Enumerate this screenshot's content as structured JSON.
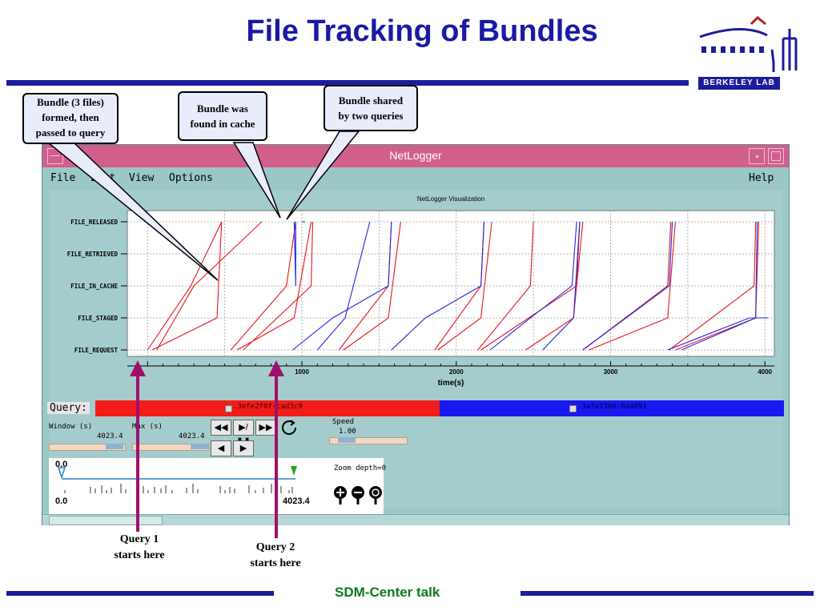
{
  "slide": {
    "title": "File Tracking of Bundles",
    "footer": "SDM-Center talk",
    "logo_text": "BERKELEY LAB"
  },
  "callouts": [
    {
      "id": "c1",
      "text_lines": [
        "Bundle (3 files)",
        "formed, then",
        "passed to query"
      ]
    },
    {
      "id": "c2",
      "text_lines": [
        "Bundle was",
        "found in cache"
      ]
    },
    {
      "id": "c3",
      "text_lines": [
        "Bundle shared",
        "by two queries"
      ]
    }
  ],
  "arrows": [
    {
      "text_lines": [
        "Query 1",
        "starts here"
      ]
    },
    {
      "text_lines": [
        "Query 2",
        "starts here"
      ]
    }
  ],
  "window": {
    "title": "NetLogger",
    "menu": [
      "File",
      "Edit",
      "View",
      "Options"
    ],
    "help": "Help"
  },
  "chart_data": {
    "type": "line",
    "title": "NetLogger Visualization",
    "xlabel": "time(s)",
    "xlim": [
      -100,
      4030
    ],
    "xticks": [
      1000,
      2000,
      3000,
      4000
    ],
    "y_categories": [
      "FILE_REQUEST",
      "FILE_STAGED",
      "FILE_IN_CACHE",
      "FILE_RETRIEVED",
      "FILE_RELEASED"
    ],
    "grid": true,
    "series": [
      {
        "color": "#e8141c",
        "lines": [
          [
            [
              0,
              0
            ],
            [
              280,
              2
            ],
            [
              480,
              4
            ]
          ],
          [
            [
              30,
              0
            ],
            [
              450,
              1
            ],
            [
              480,
              4
            ]
          ],
          [
            [
              60,
              0
            ],
            [
              300,
              2
            ],
            [
              740,
              4
            ]
          ],
          [
            [
              540,
              0
            ],
            [
              900,
              2
            ],
            [
              960,
              4
            ]
          ],
          [
            [
              580,
              0
            ],
            [
              950,
              1
            ],
            [
              1060,
              4
            ]
          ],
          [
            [
              620,
              0
            ],
            [
              1060,
              2
            ],
            [
              1070,
              4
            ]
          ],
          [
            [
              1240,
              0
            ],
            [
              1560,
              2
            ],
            [
              1580,
              4
            ]
          ],
          [
            [
              1270,
              0
            ],
            [
              1560,
              1
            ],
            [
              1640,
              4
            ]
          ],
          [
            [
              1860,
              0
            ],
            [
              2160,
              2
            ],
            [
              2180,
              4
            ]
          ],
          [
            [
              1880,
              0
            ],
            [
              2160,
              1
            ],
            [
              2230,
              4
            ]
          ],
          [
            [
              2140,
              0
            ],
            [
              2480,
              2
            ],
            [
              2500,
              4
            ]
          ],
          [
            [
              2160,
              0
            ],
            [
              2780,
              2
            ],
            [
              2800,
              4
            ]
          ],
          [
            [
              2450,
              0
            ],
            [
              2760,
              1
            ],
            [
              2820,
              4
            ]
          ],
          [
            [
              2820,
              0
            ],
            [
              3370,
              2
            ],
            [
              3390,
              4
            ]
          ],
          [
            [
              2860,
              0
            ],
            [
              3370,
              1
            ],
            [
              3420,
              4
            ]
          ],
          [
            [
              3380,
              0
            ],
            [
              3930,
              2
            ],
            [
              3940,
              4
            ]
          ],
          [
            [
              3420,
              0
            ],
            [
              3940,
              1
            ],
            [
              3960,
              4
            ]
          ]
        ]
      },
      {
        "color": "#2026e0",
        "lines": [
          [
            [
              950,
              4
            ],
            [
              960,
              2
            ],
            [
              960,
              4
            ]
          ],
          [
            [
              1000,
              4
            ],
            [
              1020,
              4
            ]
          ],
          [
            [
              940,
              0
            ],
            [
              1200,
              1
            ],
            [
              1560,
              2
            ],
            [
              1580,
              4
            ]
          ],
          [
            [
              1100,
              0
            ],
            [
              1280,
              1
            ],
            [
              1440,
              4
            ]
          ],
          [
            [
              1580,
              0
            ],
            [
              1800,
              1
            ],
            [
              2160,
              2
            ],
            [
              2180,
              4
            ]
          ],
          [
            [
              2220,
              0
            ],
            [
              2480,
              1
            ],
            [
              2750,
              2
            ],
            [
              2780,
              4
            ]
          ],
          [
            [
              2560,
              0
            ],
            [
              2760,
              1
            ],
            [
              2800,
              4
            ]
          ],
          [
            [
              2820,
              0
            ],
            [
              3100,
              1
            ],
            [
              3380,
              2
            ],
            [
              3400,
              4
            ]
          ],
          [
            [
              3370,
              0
            ],
            [
              3900,
              1
            ],
            [
              4020,
              1
            ]
          ],
          [
            [
              3460,
              0
            ],
            [
              3940,
              1
            ],
            [
              3950,
              4
            ]
          ]
        ]
      }
    ]
  },
  "query_bar": {
    "label": "Query:",
    "segments": [
      {
        "color": "#f21c18",
        "text": ".3efe2f0f-cad3c9"
      },
      {
        "color": "#1818f0",
        "text": ".3afe7306-6a4891"
      }
    ]
  },
  "controls": {
    "window_label": "Window (s)",
    "window_value": "4023.4",
    "max_label": "Max (s)",
    "max_value": "4023.4",
    "speed_label": "Speed",
    "speed_value": "1.00",
    "zoom_label": "Zoom depth=0",
    "timeline_start": "0.0",
    "timeline_low": "0.0",
    "timeline_end": "4023.4"
  }
}
